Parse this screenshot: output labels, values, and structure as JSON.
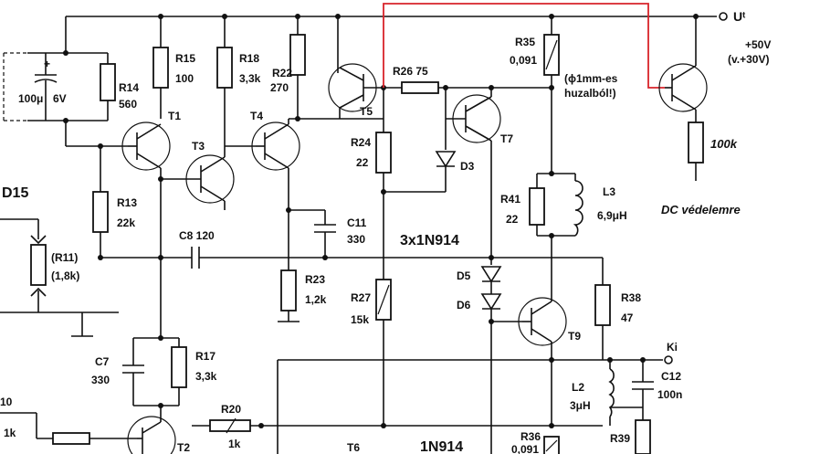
{
  "labels": {
    "ut": "Uᵗ",
    "plus50": "+50V",
    "plus30": "(v.+30V)",
    "r35": "R35",
    "r35v": "0,091",
    "wire1": "(ϕ1mm-es",
    "wire2": "huzalból!)",
    "r26": "R26 75",
    "r15": "R15",
    "r15v": "100",
    "r18": "R18",
    "r18v": "3,3k",
    "r22": "R22",
    "r22v": "270",
    "r14": "R14",
    "r14v": "560",
    "c100": "100μ",
    "c6v": "6V",
    "t1": "T1",
    "t3": "T3",
    "t4": "T4",
    "t5": "T5",
    "t7": "T7",
    "t9": "T9",
    "t2": "T2",
    "t6": "T6",
    "d15": "D15",
    "r13": "R13",
    "r13v": "22k",
    "r24": "R24",
    "r24v": "22",
    "d3": "D3",
    "r41": "R41",
    "r41v": "22",
    "l3": "L3",
    "l3v": "6,9μH",
    "dc": "DC védelemre",
    "r100k": "100k",
    "r11": "(R11)",
    "r11v": "(1,8k)",
    "c8": "C8 120",
    "c11": "C11",
    "c11v": "330",
    "triple": "3x1N914",
    "d5": "D5",
    "d6": "D6",
    "r23": "R23",
    "r23v": "1,2k",
    "r27": "R27",
    "r27v": "15k",
    "r38": "R38",
    "r38v": "47",
    "ki": "Ki",
    "c7": "C7",
    "c7v": "330",
    "r17": "R17",
    "r17v": "3,3k",
    "l2": "L2",
    "l2v": "3μH",
    "c12": "C12",
    "c12v": "100n",
    "r10": "10",
    "r10v": "1k",
    "r20": "R20",
    "r20v": "1k",
    "n1n914": "1N914",
    "r36": "R36",
    "r36v": "0,091",
    "r39": "R39"
  }
}
